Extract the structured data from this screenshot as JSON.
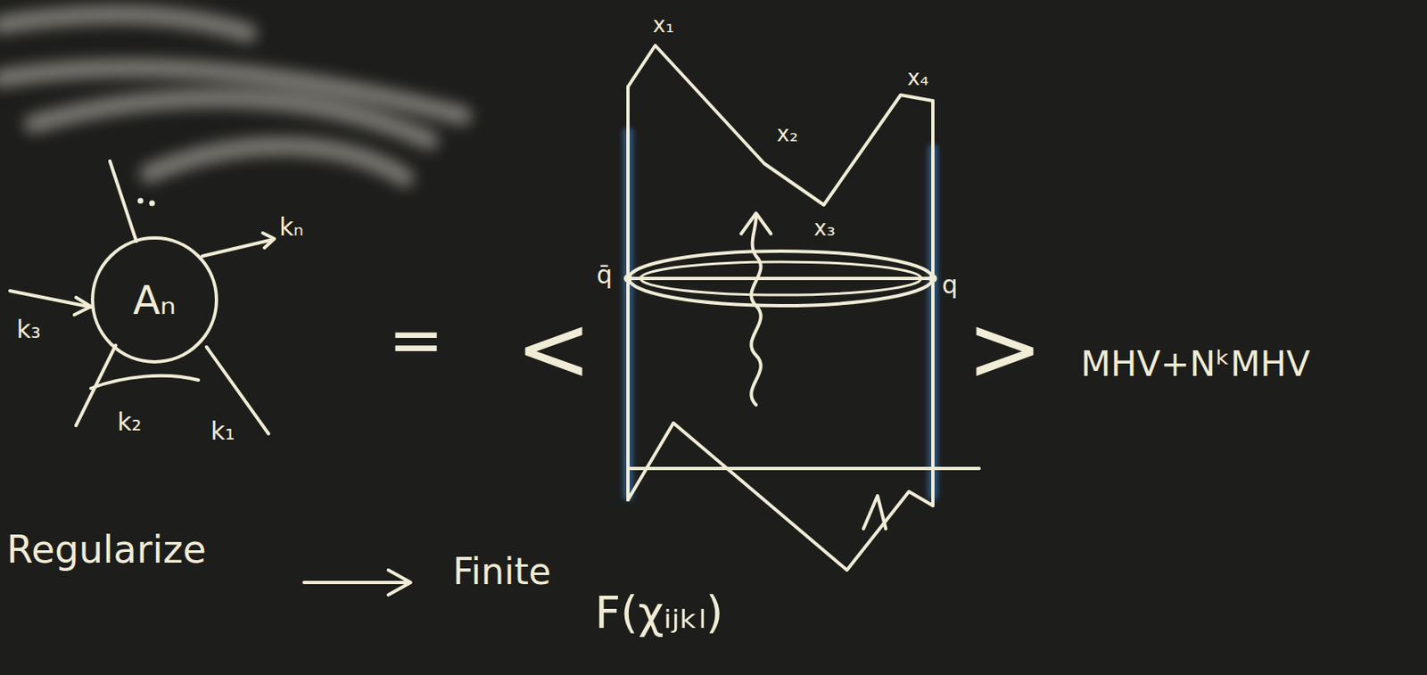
{
  "diagram": {
    "nodes": [
      {
        "text": [
          "Aₙ"
        ]
      }
    ],
    "labels": [
      "kₙ",
      "k₃",
      "k₂",
      "k₁",
      "=",
      "<",
      "x₁",
      "x₂",
      "x₃",
      "x₄",
      "q̄",
      "q",
      ">",
      "MHV+NᵏMHV",
      "Regularize",
      "Finite",
      "F(χᵢⱼₖₗ)"
    ]
  }
}
